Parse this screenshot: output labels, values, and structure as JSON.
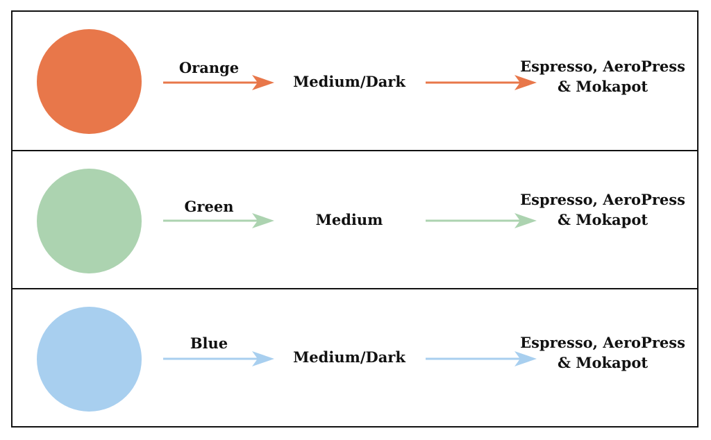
{
  "rows": [
    {
      "color_name": "Orange",
      "roast": "Medium/Dark",
      "methods_line1": "Espresso, AeroPress",
      "methods_line2": "& Mokapot",
      "color": "#E8774A"
    },
    {
      "color_name": "Green",
      "roast": "Medium",
      "methods_line1": "Espresso, AeroPress",
      "methods_line2": "& Mokapot",
      "color": "#ACD3B0"
    },
    {
      "color_name": "Blue",
      "roast": "Medium/Dark",
      "methods_line1": "Espresso, AeroPress",
      "methods_line2": "& Mokapot",
      "color": "#A8CFEF"
    }
  ],
  "border_color": "#111111"
}
